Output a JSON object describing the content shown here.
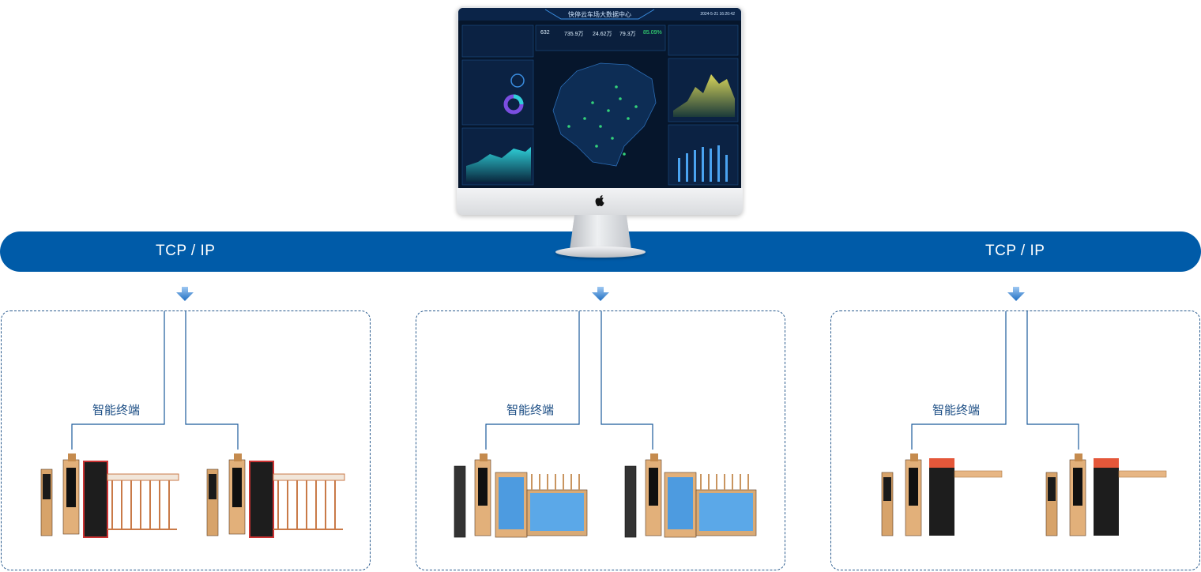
{
  "network_label_left": "TCP / IP",
  "network_label_right": "TCP / IP",
  "monitor": {
    "screen_title": "快停云车场大数据中心",
    "screen_datetime": "2024-5-21 16:20:42",
    "kpis": [
      "632",
      "735.9万",
      "24.62万",
      "79.3万",
      "85.09%"
    ]
  },
  "groups": [
    {
      "label": "智能终端",
      "device_style": "fence-gate"
    },
    {
      "label": "智能终端",
      "device_style": "billboard-gate"
    },
    {
      "label": "智能终端",
      "device_style": "barrier-arm"
    }
  ],
  "colors": {
    "band": "#005ba8",
    "connector": "#1b5a9b",
    "label": "#1b4d84",
    "arrow": "#2f7fd0"
  }
}
